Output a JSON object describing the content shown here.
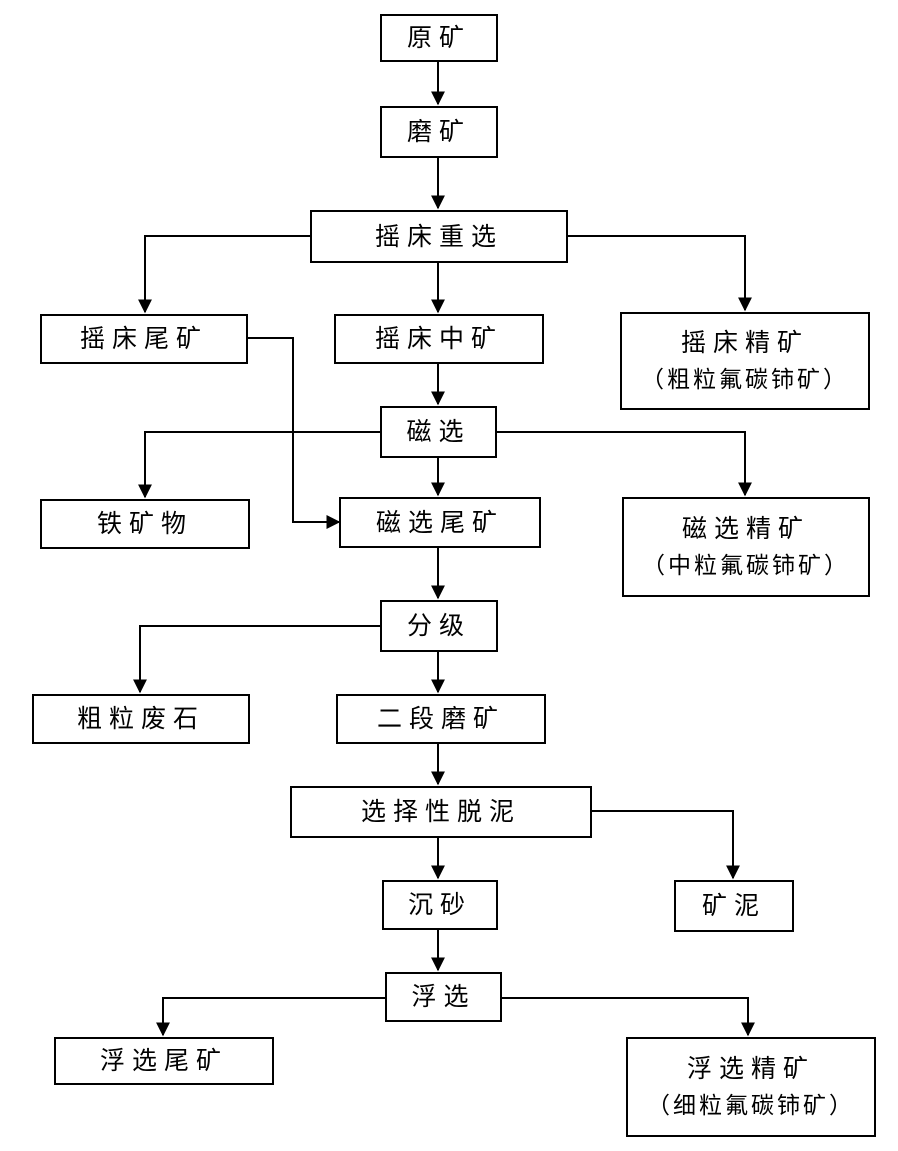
{
  "nodes": {
    "raw_ore": "原矿",
    "grinding": "磨矿",
    "table_gravity": "摇床重选",
    "table_tailings": "摇床尾矿",
    "table_middlings": "摇床中矿",
    "table_concentrate": "摇床精矿",
    "table_concentrate_note": "（粗粒氟碳铈矿）",
    "magnetic_separation": "磁选",
    "iron_mineral": "铁矿物",
    "magnetic_tailings": "磁选尾矿",
    "magnetic_concentrate": "磁选精矿",
    "magnetic_concentrate_note": "（中粒氟碳铈矿）",
    "classification": "分级",
    "coarse_waste": "粗粒废石",
    "second_grinding": "二段磨矿",
    "selective_desliming": "选择性脱泥",
    "sand": "沉砂",
    "slime": "矿泥",
    "flotation": "浮选",
    "flotation_tailings": "浮选尾矿",
    "flotation_concentrate": "浮选精矿",
    "flotation_concentrate_note": "（细粒氟碳铈矿）"
  }
}
